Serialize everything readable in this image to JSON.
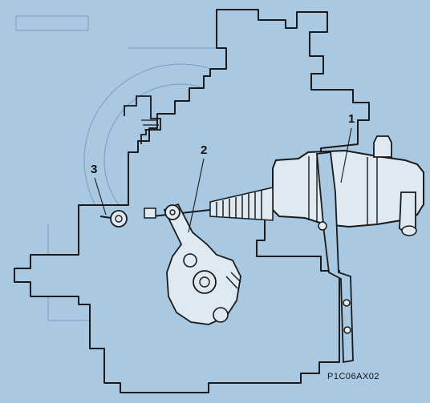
{
  "callouts": {
    "one": "1",
    "two": "2",
    "three": "3"
  },
  "figure_code": "P1C06AX02",
  "colors": {
    "background": "#a9c9e3",
    "line": "#1a1a1a",
    "faint_line": "#7d9cb8",
    "part_fill": "#dfe9f2"
  }
}
